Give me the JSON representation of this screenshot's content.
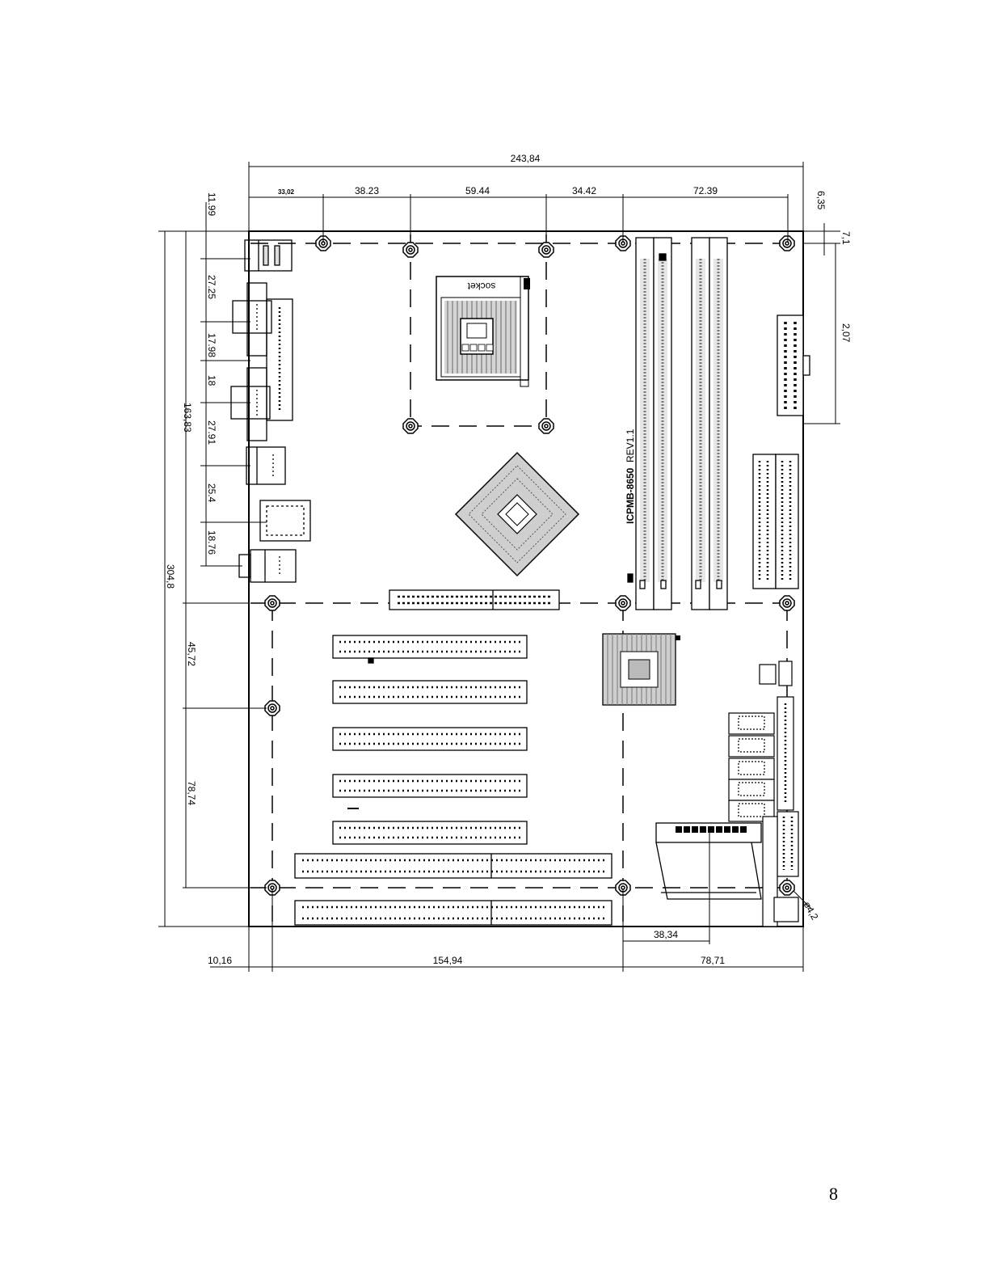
{
  "dimensions": {
    "top_total": "243,84",
    "top_segments": [
      "33,02",
      "38.23",
      "59.44",
      "34.42",
      "72.39"
    ],
    "top_right_offset": "6,35",
    "left_total": "304,8",
    "left_upper_total": "163,83",
    "left_segments": [
      "11.99",
      "27.25",
      "17.98",
      "18",
      "27.91",
      "25.4",
      "18.76"
    ],
    "left_lower_segments": [
      "45,72",
      "78,74"
    ],
    "right_small": "7,1",
    "right_upper": "2,07",
    "bottom_segments": [
      "10,16",
      "154,94",
      "78,71"
    ],
    "cf_offset": "38,34",
    "hole_diameter": "ø4,2"
  },
  "board": {
    "model_label": "ICPMB-8650",
    "rev_label": "REV1.1",
    "socket_label": "socket"
  },
  "page_number": "8"
}
